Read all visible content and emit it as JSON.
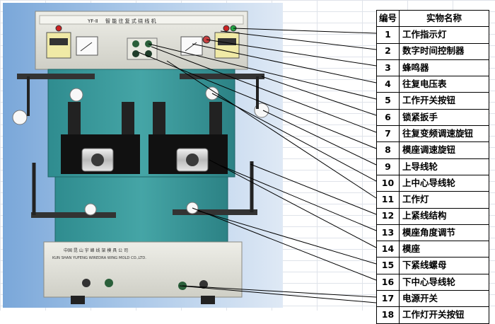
{
  "machine": {
    "model_label": "YF-Ⅱ",
    "title": "智 能 往 复 式 绕 线 机",
    "company_cn": "中国 昆 山 宇 峰 线 架 模 具 公 司",
    "company_en": "KUN SHAN YUFENG WIREDRA WING MOLD CO.,LTD."
  },
  "table": {
    "header_num": "编号",
    "header_name": "实物名称",
    "rows": [
      {
        "num": "1",
        "name": "工作指示灯"
      },
      {
        "num": "2",
        "name": "数字时间控制器"
      },
      {
        "num": "3",
        "name": "蜂鸣器"
      },
      {
        "num": "4",
        "name": "往复电压表"
      },
      {
        "num": "5",
        "name": "工作开关按钮"
      },
      {
        "num": "6",
        "name": "锁紧扳手"
      },
      {
        "num": "7",
        "name": "往复变频调速旋钮"
      },
      {
        "num": "8",
        "name": "模座调速旋钮"
      },
      {
        "num": "9",
        "name": "上导线轮"
      },
      {
        "num": "10",
        "name": "上中心导线轮"
      },
      {
        "num": "11",
        "name": "工作灯"
      },
      {
        "num": "12",
        "name": "上紧线结构"
      },
      {
        "num": "13",
        "name": "模座角度调节"
      },
      {
        "num": "14",
        "name": "模座"
      },
      {
        "num": "15",
        "name": "下紧线螺母"
      },
      {
        "num": "16",
        "name": "下中心导线轮"
      },
      {
        "num": "17",
        "name": "电源开关"
      },
      {
        "num": "18",
        "name": "工作灯开关按钮"
      }
    ]
  },
  "colors": {
    "machine_teal": "#3a9a9a",
    "panel_grey": "#d9d9d2",
    "leader_line": "#000000",
    "photo_bg": "#a9c7e8"
  }
}
